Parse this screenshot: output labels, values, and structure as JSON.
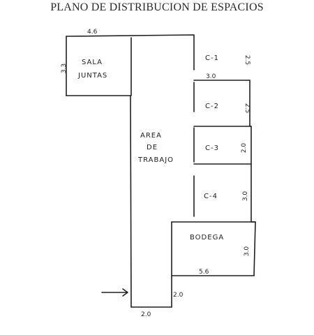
{
  "title": "PLANO DE DISTRIBUCION DE ESPACIOS",
  "rooms": {
    "sala_line1": "SALA",
    "sala_line2": "JUNTAS",
    "area_line1": "AREA",
    "area_line2": "DE",
    "area_line3": "TRABAJO",
    "c1": "C-1",
    "c2": "C-2",
    "c3": "C-3",
    "c4": "C-4",
    "bodega": "BODEGA"
  },
  "dimensions": {
    "top_width": "4.6",
    "sala_height": "3.3",
    "c1_width": "3.0",
    "c1_height": "2.5",
    "c2_height": "2.5",
    "c3_height": "2.0",
    "c4_height": "3.0",
    "bodega_height": "3.0",
    "bodega_width": "5.6",
    "corridor_height": "2.0",
    "corridor_width": "2.0"
  },
  "colors": {
    "ink": "#1f1f1f",
    "title": "#2a2a2a"
  }
}
